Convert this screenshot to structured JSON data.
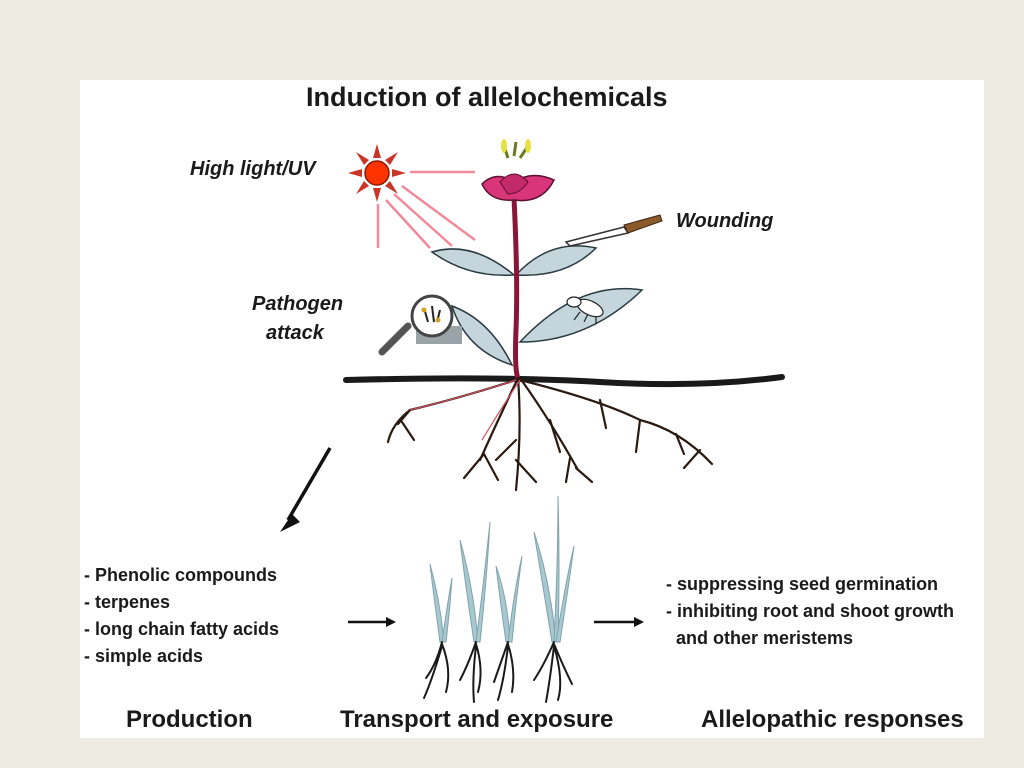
{
  "title": "Induction of allelochemicals",
  "labels": {
    "uv": "High light/UV",
    "wounding": "Wounding",
    "pathogen_line1": "Pathogen",
    "pathogen_line2": "attack"
  },
  "production_list": [
    "- Phenolic compounds",
    "- terpenes",
    "- long chain fatty acids",
    "- simple acids"
  ],
  "response_list": [
    "- suppressing seed germination",
    "- inhibiting root and shoot growth",
    "  and other meristems"
  ],
  "stages": [
    "Production",
    "Transport and exposure",
    "Allelopathic responses"
  ],
  "icons": [
    "sun-icon",
    "knife-icon",
    "magnifier-icon",
    "insect-icon",
    "arrow-icon"
  ],
  "colors": {
    "background": "#eeebe3",
    "sun": "#ff3300",
    "light_rays": "#f08a9a",
    "flower": "#d9367a",
    "stem": "#8b1538",
    "leaf": "#c4d6dc",
    "seedling": "#a9c7cf"
  }
}
